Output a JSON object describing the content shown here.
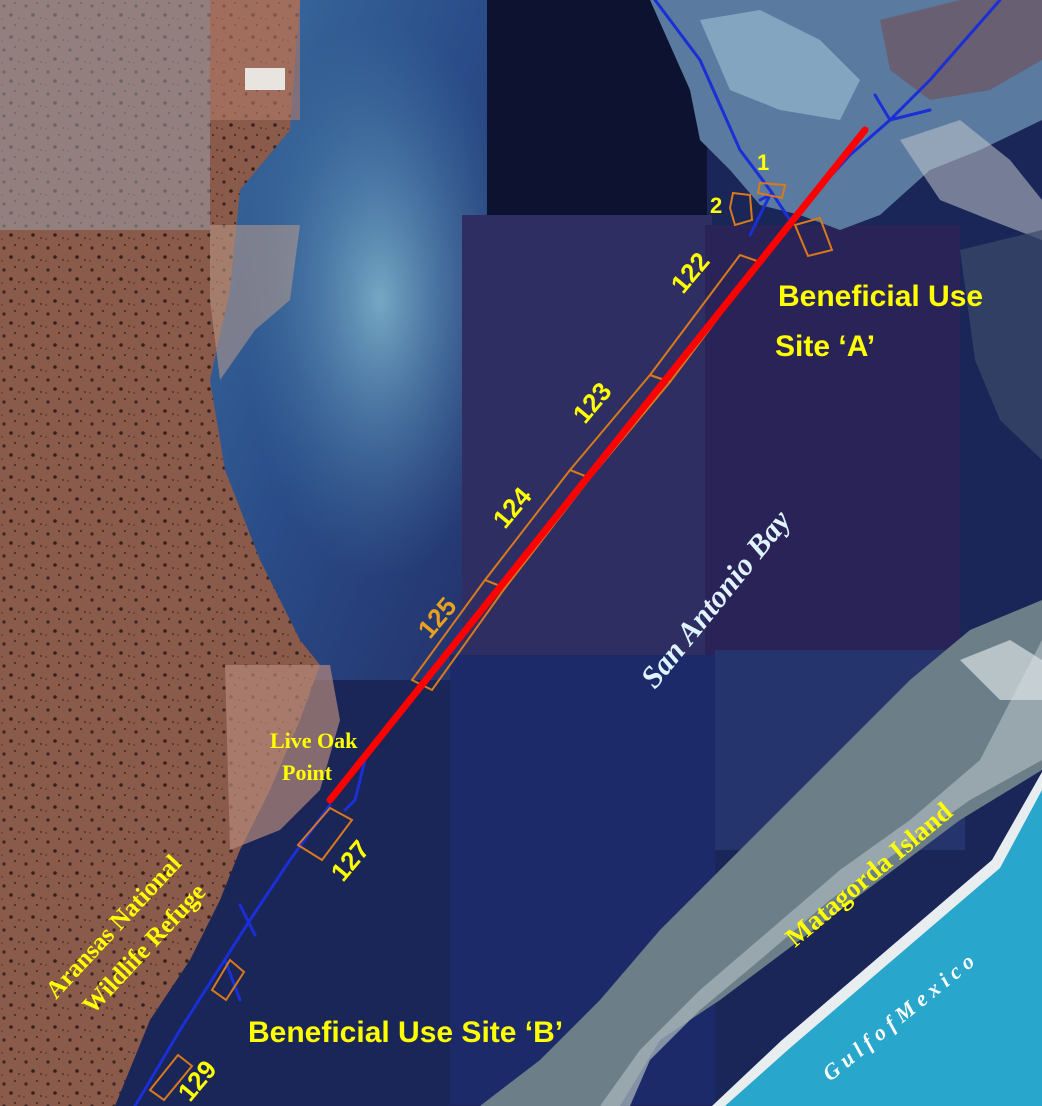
{
  "labels": {
    "site_a_line1": "Beneficial Use",
    "site_a_line2": "Site ‘A’",
    "site_b": "Beneficial Use Site ‘B’",
    "san_antonio_bay": "San Antonio Bay",
    "live_oak_line1": "Live Oak",
    "live_oak_line2": "Point",
    "aransas_line1": "Aransas National",
    "aransas_line2": "Wildlife Refuge",
    "matagorda": "Matagorda Island",
    "gulf": "G u l f   o f   M e x i c o"
  },
  "segments": {
    "s1": "1",
    "s2": "2",
    "s122": "122",
    "s123": "123",
    "s124": "124",
    "s125": "125",
    "s127": "127",
    "s129": "129"
  },
  "colors": {
    "channel": "#ff0000",
    "waterway": "#1a2fd6",
    "placement_area": "#d9791c",
    "gulf": "#29a6cc",
    "land": "#8a5a4a",
    "bay": "#2a3c80"
  }
}
